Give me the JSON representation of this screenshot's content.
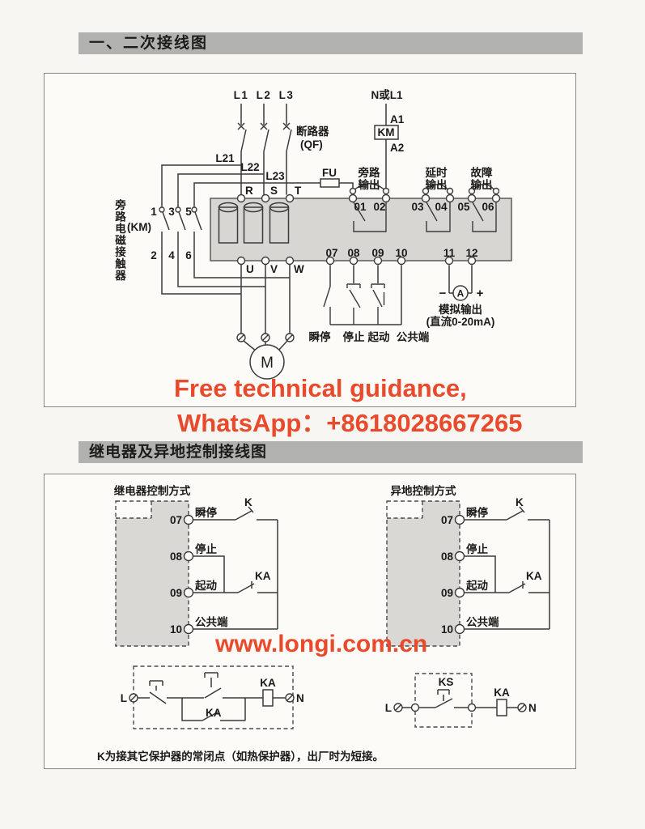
{
  "page": {
    "bg": "#f7f6f2",
    "accent_red": "#e84a2b",
    "bar_gray": "#b1b1af"
  },
  "section1": {
    "header": "一、二次接线图"
  },
  "section2": {
    "header": "继电器及异地控制接线图",
    "note": "K为接其它保护器的常闭点（如热保护器），出厂时为短接。"
  },
  "watermark": {
    "line1": "Free technical guidance,",
    "line2": "WhatsApp：+8618028667265",
    "site": "www.longi.com.cn"
  },
  "diagram1": {
    "phases": [
      "L1",
      "L2",
      "L3"
    ],
    "breaker": "断路器",
    "breaker_code": "(QF)",
    "neutral": "N或L1",
    "a1": "A1",
    "km": "KM",
    "a2": "A2",
    "taps": [
      "L21",
      "L22",
      "L23"
    ],
    "fuse": "FU",
    "input_terminals": [
      "R",
      "S",
      "T"
    ],
    "output_terminals": [
      "U",
      "V",
      "W"
    ],
    "contactor_vertical": "旁路电磁接触器",
    "contactor_code": "(KM)",
    "poles": [
      "1",
      "2",
      "3",
      "4",
      "5",
      "6"
    ],
    "top_terminals": [
      "01",
      "02",
      "03",
      "04",
      "05",
      "06"
    ],
    "bottom_terminals": [
      "07",
      "08",
      "09",
      "10",
      "11",
      "12"
    ],
    "bypass_out": [
      "旁路",
      "输出"
    ],
    "delay_out": [
      "延时",
      "输出"
    ],
    "fault_out": [
      "故障",
      "输出"
    ],
    "motor": "M",
    "controls": [
      "瞬停",
      "停止",
      "起动",
      "公共端"
    ],
    "analog": {
      "minus": "−",
      "plus": "+",
      "meter": "A",
      "label": "模拟输出",
      "sub": "(直流0-20mA)"
    }
  },
  "diagram2": {
    "left_title": "继电器控制方式",
    "right_title": "异地控制方式",
    "terminals": [
      "07",
      "08",
      "09",
      "10"
    ],
    "controls": [
      "瞬停",
      "停止",
      "起动",
      "公共端"
    ],
    "k": "K",
    "ka": "KA",
    "ks": "KS",
    "l": "L",
    "n": "N"
  }
}
